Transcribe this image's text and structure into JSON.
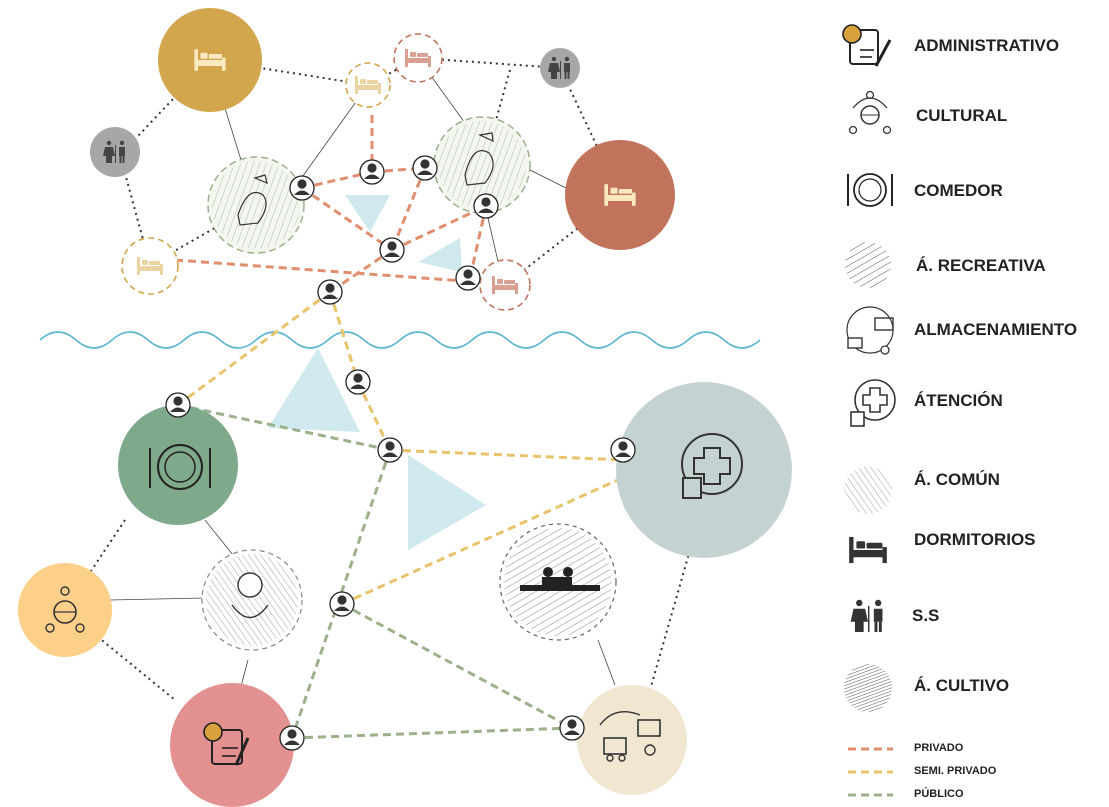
{
  "legend": {
    "items": [
      {
        "key": "administrativo",
        "label": "ADMINISTRATIVO",
        "icon": "administrative-clipboard-icon"
      },
      {
        "key": "cultural",
        "label": "CULTURAL",
        "icon": "cultural-globe-people-icon"
      },
      {
        "key": "comedor",
        "label": "COMEDOR",
        "icon": "plate-cutlery-icon"
      },
      {
        "key": "recreativa",
        "label": "Á. RECREATIVA",
        "icon": "recreational-hatch-icon"
      },
      {
        "key": "almacenamiento",
        "label": "ALMACENAMIENTO",
        "icon": "storage-truck-icon"
      },
      {
        "key": "atencion",
        "label": "ÁTENCIÓN",
        "icon": "medical-cross-icon"
      },
      {
        "key": "comun",
        "label": "Á. COMÚN",
        "icon": "common-area-hatch-icon"
      },
      {
        "key": "dormitorios",
        "label": "DORMITORIOS",
        "icon": "bed-icon"
      },
      {
        "key": "ss",
        "label": "S.S",
        "icon": "restroom-icon"
      },
      {
        "key": "cultivo",
        "label": "Á. CULTIVO",
        "icon": "cultivation-hatch-icon"
      }
    ],
    "lines": [
      {
        "key": "privado",
        "label": "PRIVADO",
        "color": "#e08e6d"
      },
      {
        "key": "semi",
        "label": "SEMI. PRIVADO",
        "color": "#e8c36a"
      },
      {
        "key": "publico",
        "label": "PÚBLICO",
        "color": "#9cb08c"
      }
    ]
  },
  "colors": {
    "dorm_gold": "#d2a64c",
    "dorm_brown": "#c2735b",
    "restroom_gray": "#a7a7a7",
    "comedor_green": "#7fa98b",
    "cultural_yellow": "#fdd08a",
    "admin_red": "#e39090",
    "atencion_gray": "#c5d2d2",
    "storage_beige": "#f1e6d0",
    "water": "#5fb6d2",
    "triangle": "#cfe9ef"
  }
}
